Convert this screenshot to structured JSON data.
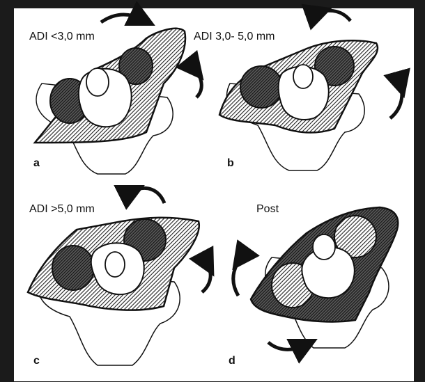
{
  "panels": {
    "a": {
      "letter": "a",
      "caption": "ADI <3,0 mm"
    },
    "b": {
      "letter": "b",
      "caption": "ADI  3,0- 5,0 mm"
    },
    "c": {
      "letter": "c",
      "caption": "ADI >5,0 mm"
    },
    "d": {
      "letter": "d",
      "caption": "Post"
    }
  },
  "colors": {
    "background": "#1b1b1b",
    "figure": "#ffffff",
    "ink": "#111111"
  },
  "icons": [
    "curved-arrow-icon"
  ]
}
